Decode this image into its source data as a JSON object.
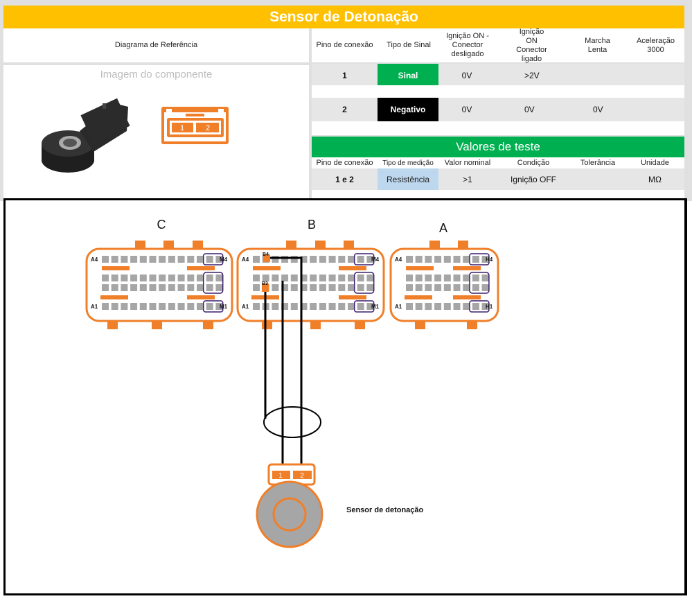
{
  "title": "Sensor de Detonação",
  "colors": {
    "title_bg": "#ffc000",
    "signal": "#00b050",
    "ground": "#000000",
    "measurement": "#bdd7ee",
    "connector": "#f07f2a",
    "pin": "#a6a6a6",
    "group_outline": "#3b1f6e"
  },
  "header": {
    "reference_diagram": "Diagrama de Referência",
    "columns": [
      "Pino de conexão",
      "Tipo de Sinal",
      "Ignição ON - Conector desligado",
      "Ignição ON Conector ligado",
      "Marcha Lenta",
      "Aceleração 3000"
    ]
  },
  "component": {
    "caption": "Imagem do componente",
    "photo_icon": "knock-sensor-photo",
    "connector_pins": [
      "1",
      "2"
    ]
  },
  "pins": [
    {
      "pin": "1",
      "signal_type": "Sinal",
      "ign_on_disconnected": "0V",
      "ign_on_connected": ">2V",
      "idle": "",
      "accel_3000": ""
    },
    {
      "pin": "2",
      "signal_type": "Negativo",
      "ign_on_disconnected": "0V",
      "ign_on_connected": "0V",
      "idle": "0V",
      "accel_3000": ""
    }
  ],
  "test_values": {
    "title": "Valores de teste",
    "columns": [
      "Pino de conexão",
      "Tipo de medição",
      "Valor nominal",
      "Condição",
      "Tolerância",
      "Unidade"
    ],
    "rows": [
      {
        "pin": "1 e 2",
        "measurement": "Resistência",
        "nominal": ">1",
        "condition": "Ignição OFF",
        "tolerance": "",
        "unit": "MΩ"
      }
    ]
  },
  "diagram": {
    "connectors": [
      {
        "name": "C",
        "top_left": "A4",
        "top_right": "M4",
        "bottom_left": "A1",
        "bottom_right": "M1"
      },
      {
        "name": "B",
        "top_left": "A4",
        "top_right": "M4",
        "bottom_left": "A1",
        "bottom_right": "M1",
        "used_pins": [
          "B4",
          "B3"
        ]
      },
      {
        "name": "A",
        "top_left": "A4",
        "top_right": "H4",
        "bottom_left": "A1",
        "bottom_right": "H1"
      }
    ],
    "sensor_pins": [
      "1",
      "2"
    ],
    "sensor_label": "Sensor de detonação"
  }
}
